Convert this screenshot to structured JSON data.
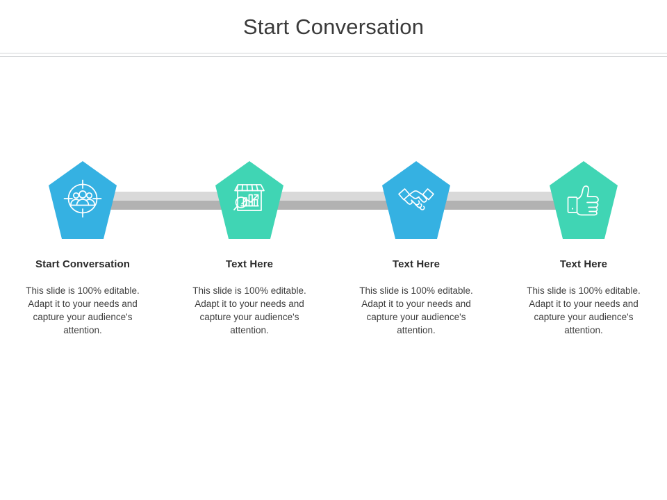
{
  "slide": {
    "title": "Start Conversation",
    "divider": "horizontal-rule"
  },
  "colors": {
    "blue": "#35b1e2",
    "teal": "#40d5b4",
    "bar_light": "#d9d9d9",
    "bar_dark": "#b2b2b2",
    "title_text": "#3a3a3a",
    "heading_text": "#2b2b2b",
    "body_text": "#3d3d3d",
    "divider": "#d2d4d6"
  },
  "steps": [
    {
      "heading": "Start Conversation",
      "body": "This slide is 100% editable. Adapt it to your needs and capture your audience's attention.",
      "icon": "target-audience-icon",
      "shape": "pentagon",
      "color": "#35b1e2"
    },
    {
      "heading": "Text Here",
      "body": "This slide is 100% editable. Adapt it to your needs and capture your audience's attention.",
      "icon": "shop-analytics-icon",
      "shape": "pentagon",
      "color": "#40d5b4"
    },
    {
      "heading": "Text Here",
      "body": "This slide is 100% editable. Adapt it to your needs and capture your audience's attention.",
      "icon": "handshake-icon",
      "shape": "pentagon",
      "color": "#35b1e2"
    },
    {
      "heading": "Text Here",
      "body": "This slide is 100% editable. Adapt it to your needs and capture your audience's attention.",
      "icon": "thumbs-up-icon",
      "shape": "pentagon",
      "color": "#40d5b4"
    }
  ]
}
